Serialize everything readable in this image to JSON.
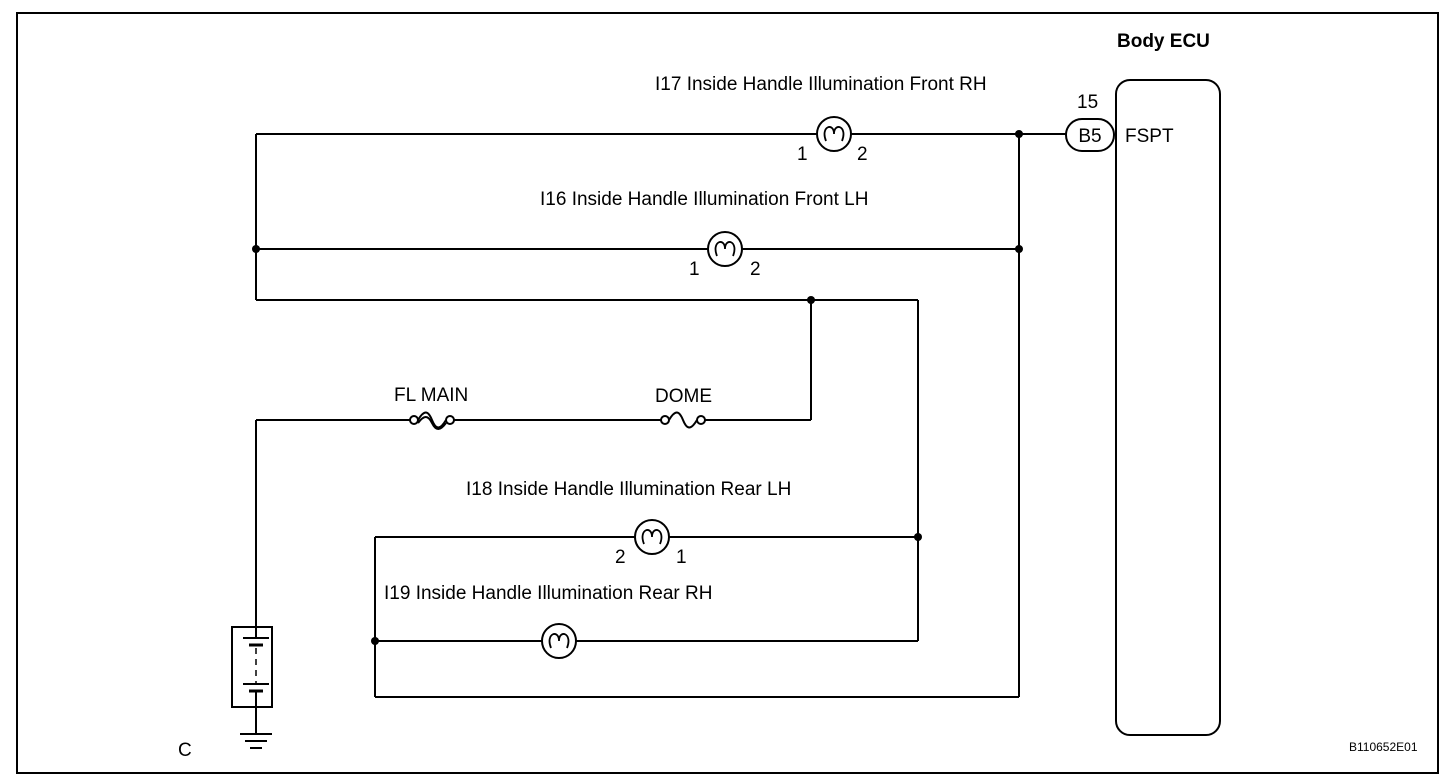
{
  "diagram": {
    "ecu": {
      "title": "Body ECU",
      "pin_number": "15",
      "connector": "B5",
      "pin_name": "FSPT"
    },
    "lamps": {
      "i17": {
        "label": "I17 Inside Handle Illumination Front RH",
        "pin_left": "1",
        "pin_right": "2"
      },
      "i16": {
        "label": "I16 Inside Handle Illumination Front LH",
        "pin_left": "1",
        "pin_right": "2"
      },
      "i18": {
        "label": "I18 Inside Handle Illumination Rear LH",
        "pin_left": "2",
        "pin_right": "1"
      },
      "i19": {
        "label": "I19 Inside Handle Illumination Rear RH"
      }
    },
    "fuses": {
      "fl_main": "FL MAIN",
      "dome": "DOME"
    },
    "battery_label": "C",
    "figure_id": "B110652E01"
  }
}
